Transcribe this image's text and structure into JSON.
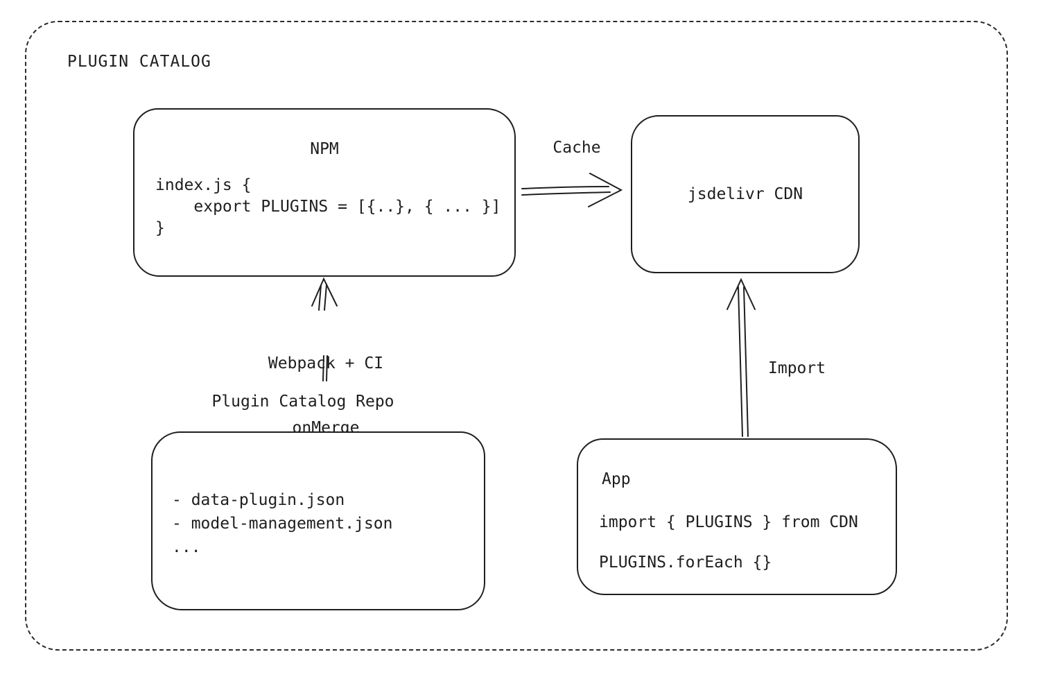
{
  "diagram": {
    "title": "PLUGIN CATALOG",
    "nodes": {
      "npm": {
        "title": "NPM",
        "code_lines": [
          "index.js {",
          "    export PLUGINS = [{..}, { ... }]",
          "}"
        ]
      },
      "cdn": {
        "label": "jsdelivr CDN"
      },
      "repo": {
        "title": "Plugin Catalog Repo",
        "items": [
          "- data-plugin.json",
          "- model-management.json",
          "..."
        ]
      },
      "app": {
        "title": "App",
        "lines": [
          "import { PLUGINS } from CDN",
          "PLUGINS.forEach {}"
        ]
      }
    },
    "edges": {
      "cache": {
        "label": "Cache"
      },
      "build": {
        "label_line1": "Webpack + CI",
        "label_line2": "onMerge"
      },
      "import": {
        "label": "Import"
      }
    },
    "colors": {
      "stroke": "#1e1e1e",
      "background": "#ffffff"
    }
  }
}
